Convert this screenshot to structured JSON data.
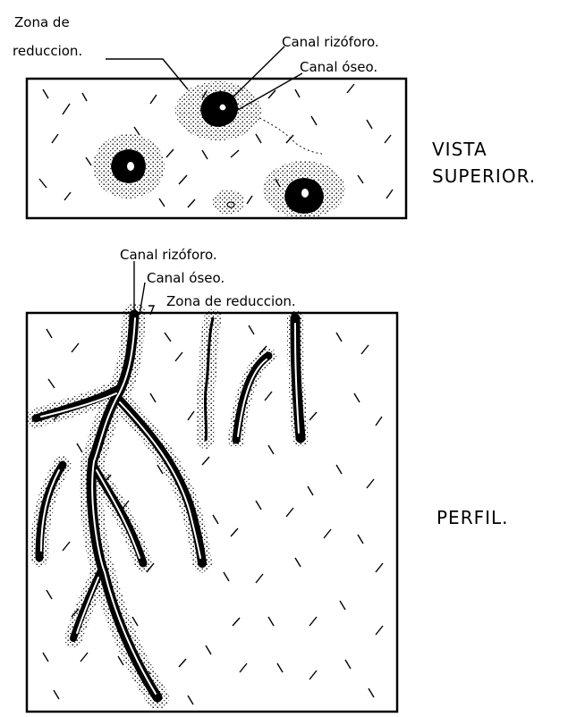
{
  "top_panel": {
    "label_zona": [
      "Zona de",
      "reduccion."
    ],
    "label_canal_rizoforo": "Canal rizóforo.",
    "label_canal_oseo": "Canal óseo.",
    "view_title": [
      "VISTA",
      "SUPERIOR."
    ]
  },
  "bottom_panel": {
    "label_canal_rizoforo": "Canal rizóforo.",
    "label_canal_oseo": "Canal óseo.",
    "label_zona": "Zona de reduccion.",
    "view_title": "PERFIL."
  }
}
